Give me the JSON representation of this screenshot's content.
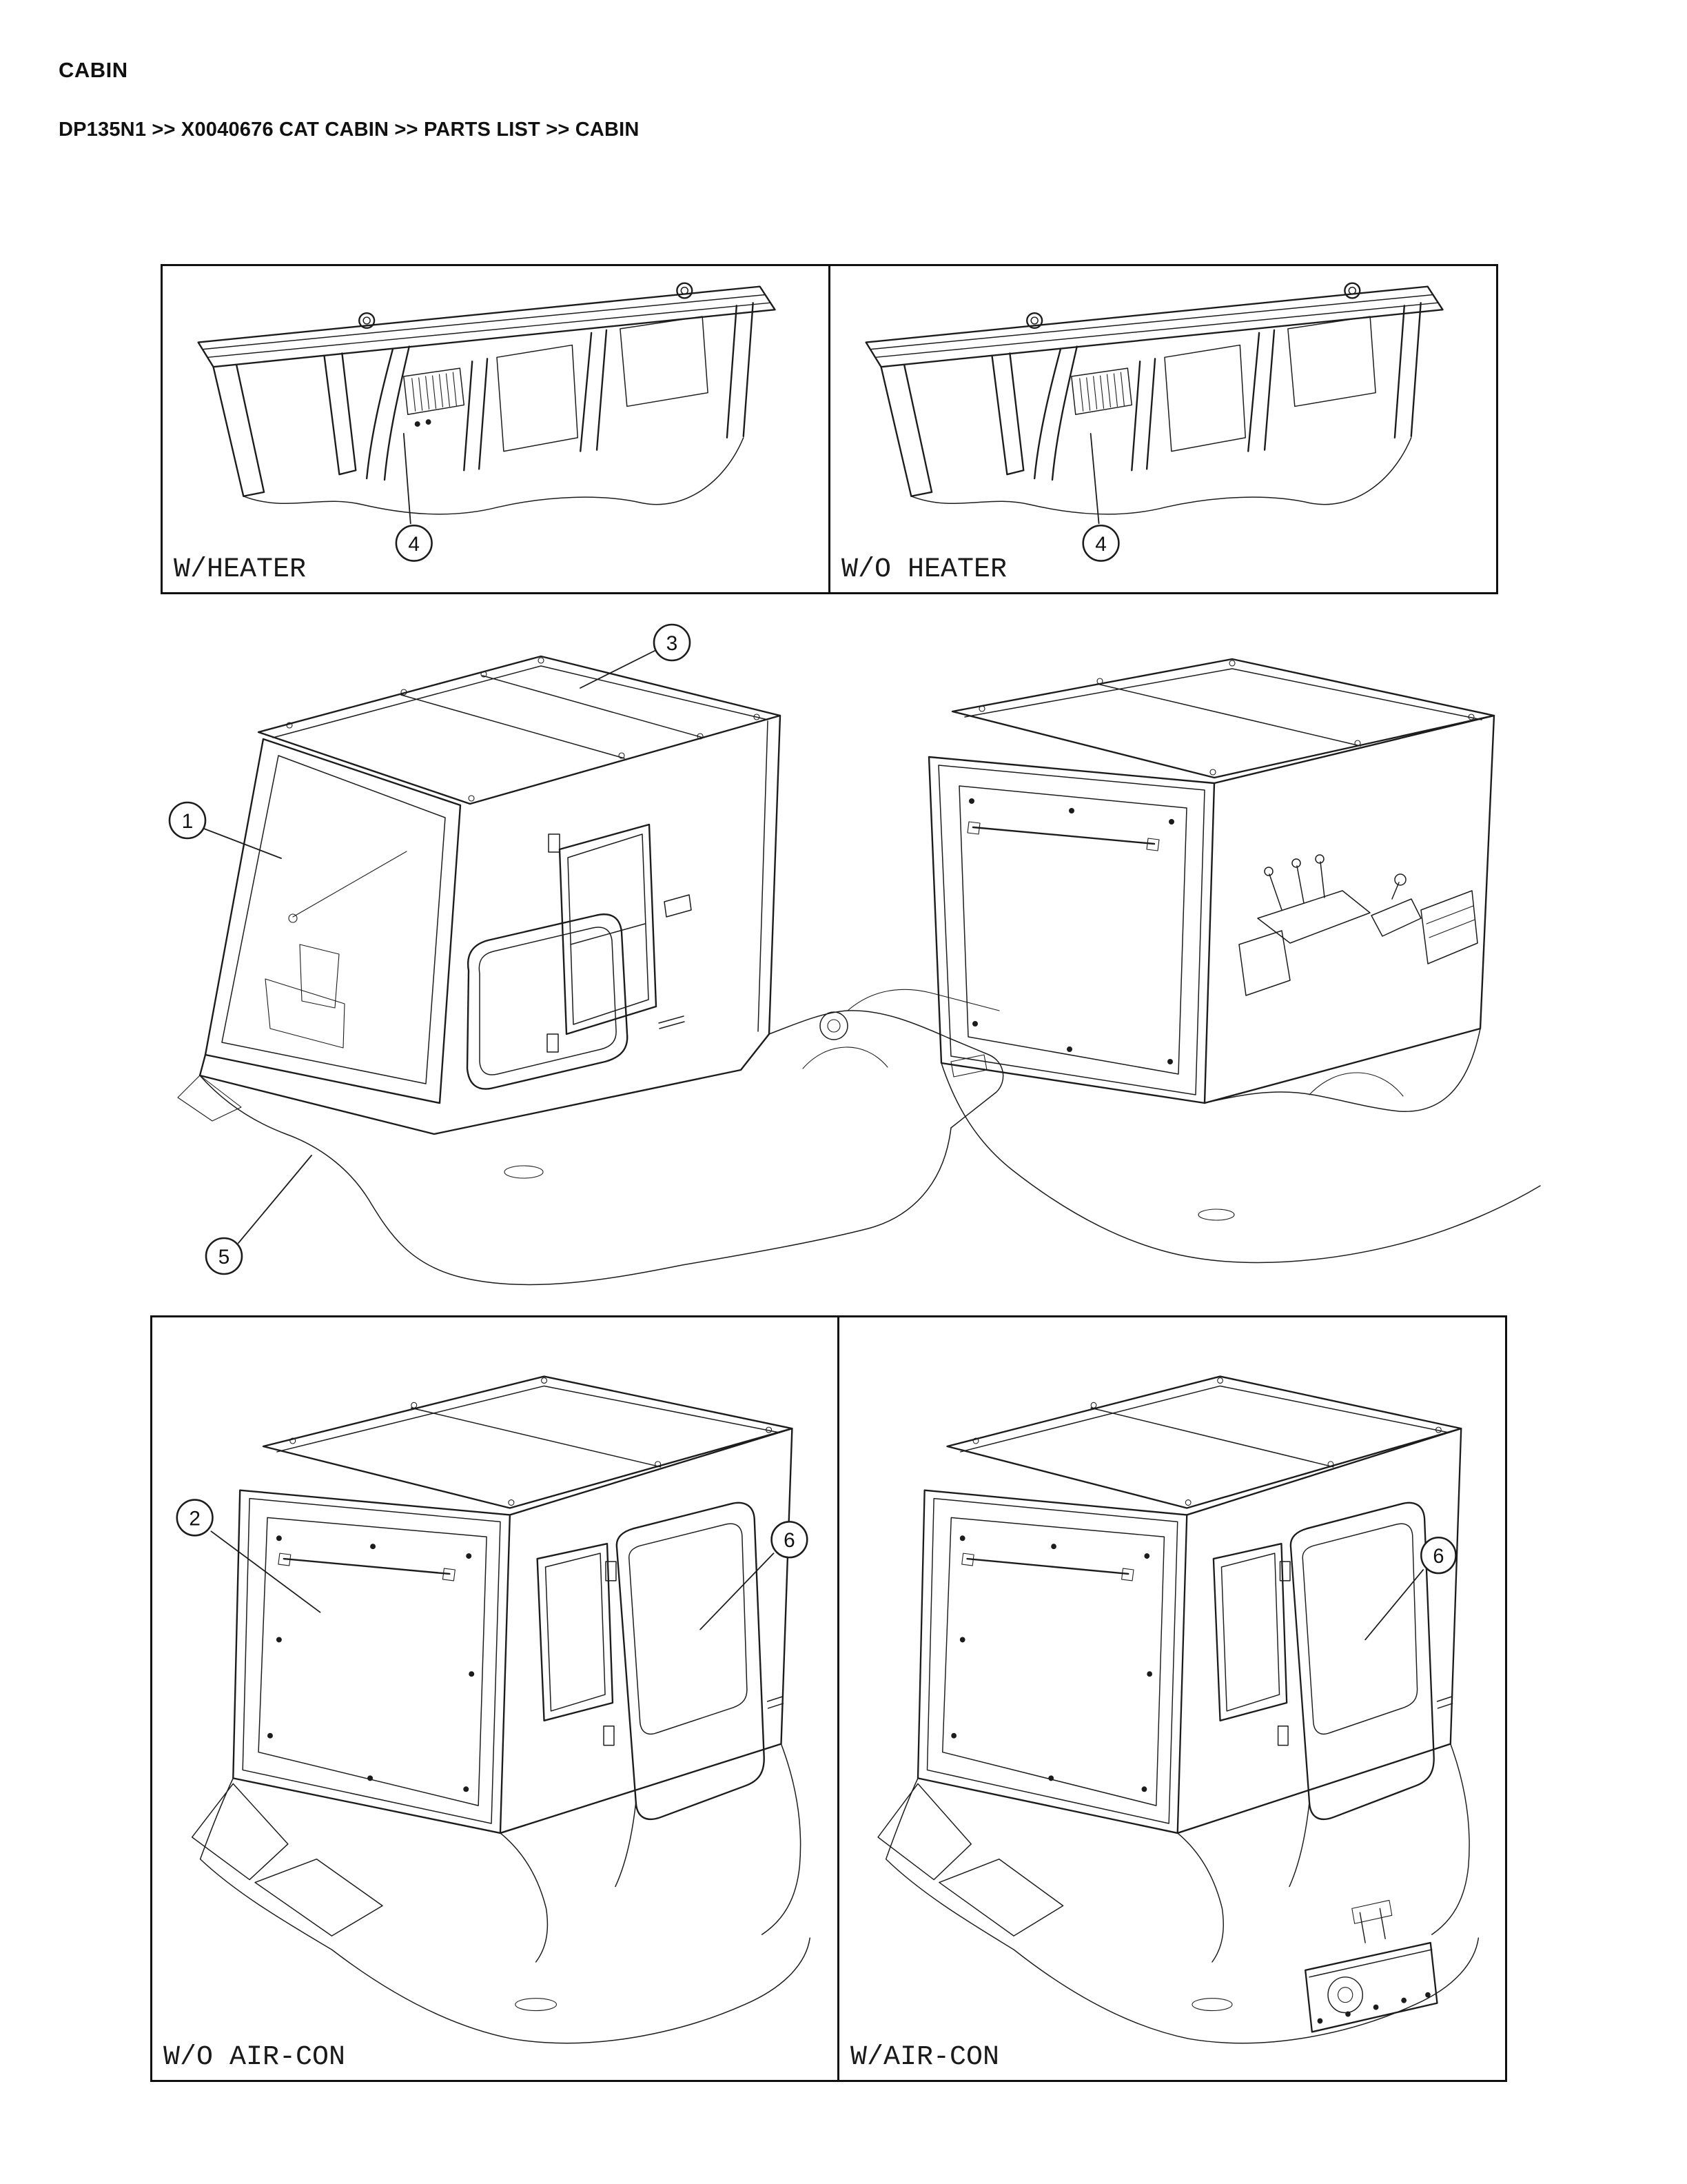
{
  "page": {
    "title": "CABIN",
    "breadcrumb": "DP135N1 >> X0040676 CAT CABIN >> PARTS LIST >> CABIN"
  },
  "panels": {
    "with_heater": {
      "label": "W/HEATER"
    },
    "without_heater": {
      "label": "W/O HEATER"
    },
    "without_aircon": {
      "label": "W/O AIR-CON"
    },
    "with_aircon": {
      "label": "W/AIR-CON"
    }
  },
  "callouts": {
    "windshield": "1",
    "rear_panel": "2",
    "roof": "3",
    "roof_frame": "4",
    "door_lower_glass": "5",
    "door": "6"
  },
  "colors": {
    "line": "#1c1c1c",
    "text": "#111111",
    "background": "#ffffff"
  }
}
